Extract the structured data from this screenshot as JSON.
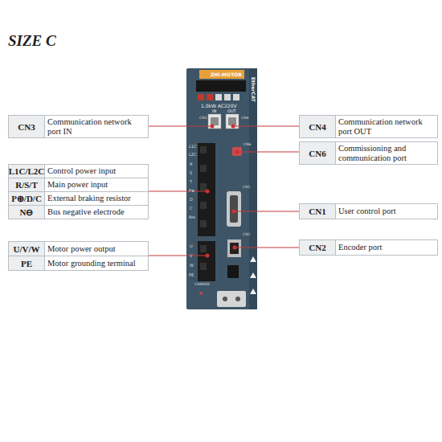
{
  "diagram": {
    "title": "SIZE C",
    "nodes": [
      {
        "text": [
          "CN3",
          "Communication network port IN"
        ]
      },
      {
        "text": [
          "CN4",
          "Communication network port OUT"
        ]
      },
      {
        "text": [
          "CN6",
          "Commissioning and communication port"
        ]
      },
      {
        "text": [
          "L1C/L2C",
          "Control power input"
        ]
      },
      {
        "text": [
          "R/S/T",
          "Main power input"
        ]
      },
      {
        "text": [
          "P⊕/D/C",
          "External braking resistor"
        ]
      },
      {
        "text": [
          "N⊖",
          "Bus negative electrode"
        ]
      },
      {
        "text": [
          "CN1",
          "User control port"
        ]
      },
      {
        "text": [
          "U/V/W",
          "Motor power output"
        ]
      },
      {
        "text": [
          "PE",
          "Motor grounding terminal"
        ]
      },
      {
        "text": [
          "CN2",
          "Encoder port"
        ]
      }
    ],
    "labels": [
      "ZHI-MOTOR",
      "EtherCAT",
      "1.0kW AC220V",
      "IN",
      "OUT",
      "L1C",
      "L2C",
      "R",
      "S",
      "T",
      "P⊕",
      "D",
      "C",
      "N⊖",
      "U",
      "V",
      "W",
      "PE",
      "CN3",
      "CN4",
      "CN6",
      "CN1",
      "CN2",
      "CHARGE"
    ]
  }
}
